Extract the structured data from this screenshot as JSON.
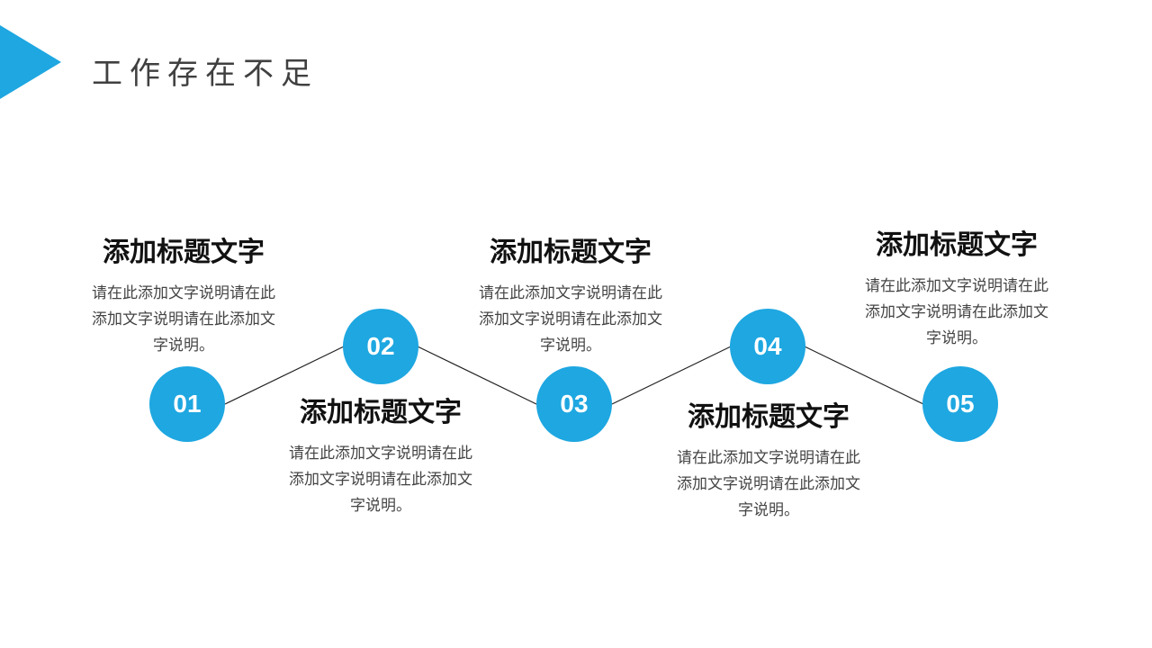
{
  "slide": {
    "title": "工作存在不足",
    "accent_color": "#1ea7e1"
  },
  "steps": [
    {
      "number": "01",
      "heading": "添加标题文字",
      "description": "请在此添加文字说明请在此添加文字说明请在此添加文字说明。"
    },
    {
      "number": "02",
      "heading": "添加标题文字",
      "description": "请在此添加文字说明请在此添加文字说明请在此添加文字说明。"
    },
    {
      "number": "03",
      "heading": "添加标题文字",
      "description": "请在此添加文字说明请在此添加文字说明请在此添加文字说明。"
    },
    {
      "number": "04",
      "heading": "添加标题文字",
      "description": "请在此添加文字说明请在此添加文字说明请在此添加文字说明。"
    },
    {
      "number": "05",
      "heading": "添加标题文字",
      "description": "请在此添加文字说明请在此添加文字说明请在此添加文字说明。"
    }
  ]
}
